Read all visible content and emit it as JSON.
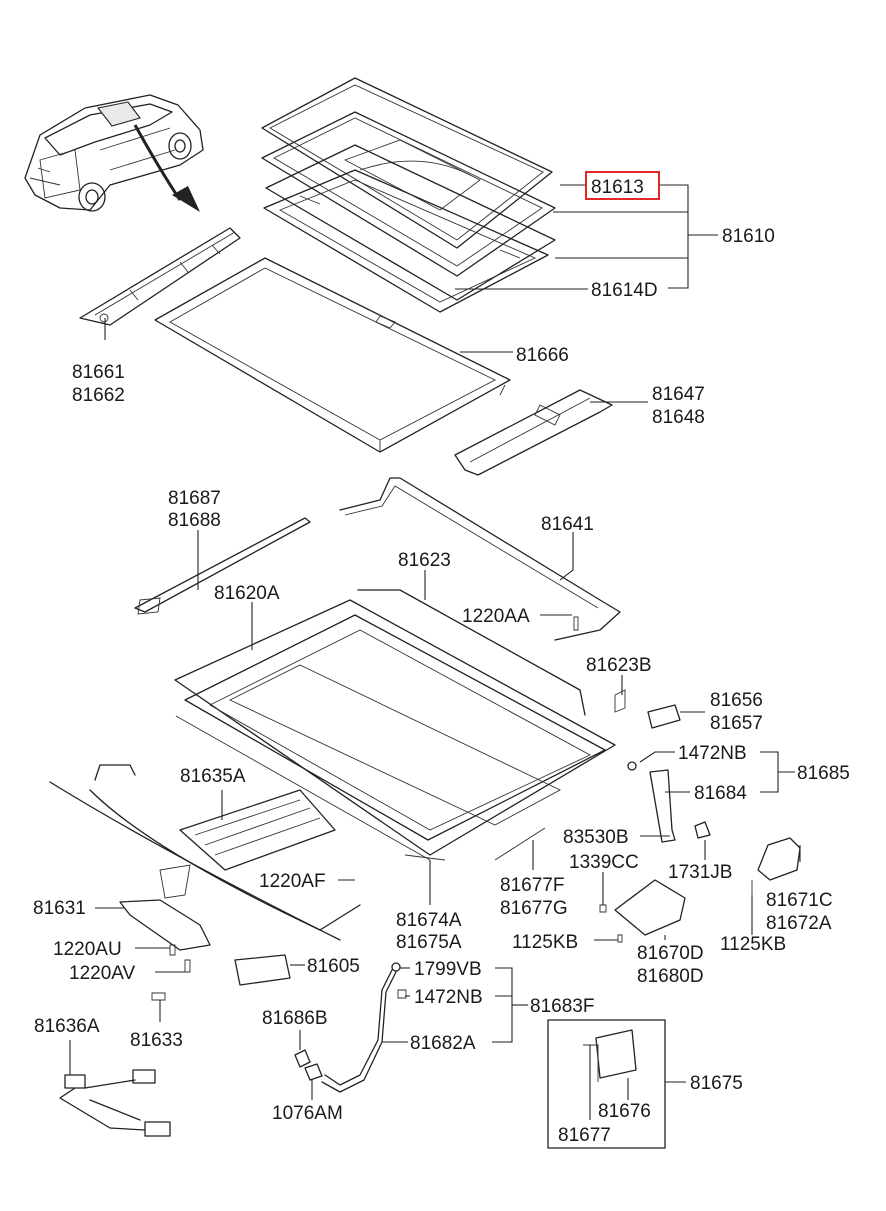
{
  "labels": {
    "p81613": "81613",
    "p81610": "81610",
    "p81614D": "81614D",
    "p81661": "81661",
    "p81662": "81662",
    "p81666": "81666",
    "p81647": "81647",
    "p81648": "81648",
    "p81687": "81687",
    "p81688": "81688",
    "p81641": "81641",
    "p81623": "81623",
    "p81620A": "81620A",
    "p1220AA": "1220AA",
    "p81623B": "81623B",
    "p81656": "81656",
    "p81657": "81657",
    "p1472NB_a": "1472NB",
    "p81685": "81685",
    "p81684": "81684",
    "p81635A": "81635A",
    "p83530B": "83530B",
    "p1339CC": "1339CC",
    "p1731JB": "1731JB",
    "p81671C": "81671C",
    "p81672A": "81672A",
    "p1220AF": "1220AF",
    "p81677F": "81677F",
    "p81677G": "81677G",
    "p81631": "81631",
    "p81674A": "81674A",
    "p81675A": "81675A",
    "p1125KB_a": "1125KB",
    "p81670D": "81670D",
    "p81680D": "81680D",
    "p1125KB_b": "1125KB",
    "p1220AU": "1220AU",
    "p1220AV": "1220AV",
    "p81605": "81605",
    "p1799VB": "1799VB",
    "p1472NB_b": "1472NB",
    "p81683F": "81683F",
    "p81636A": "81636A",
    "p81633": "81633",
    "p81686B": "81686B",
    "p81682A": "81682A",
    "p81675": "81675",
    "p1076AM": "1076AM",
    "p81676": "81676",
    "p81677": "81677"
  },
  "highlight": {
    "part": "81613",
    "color": "#e0282a"
  }
}
